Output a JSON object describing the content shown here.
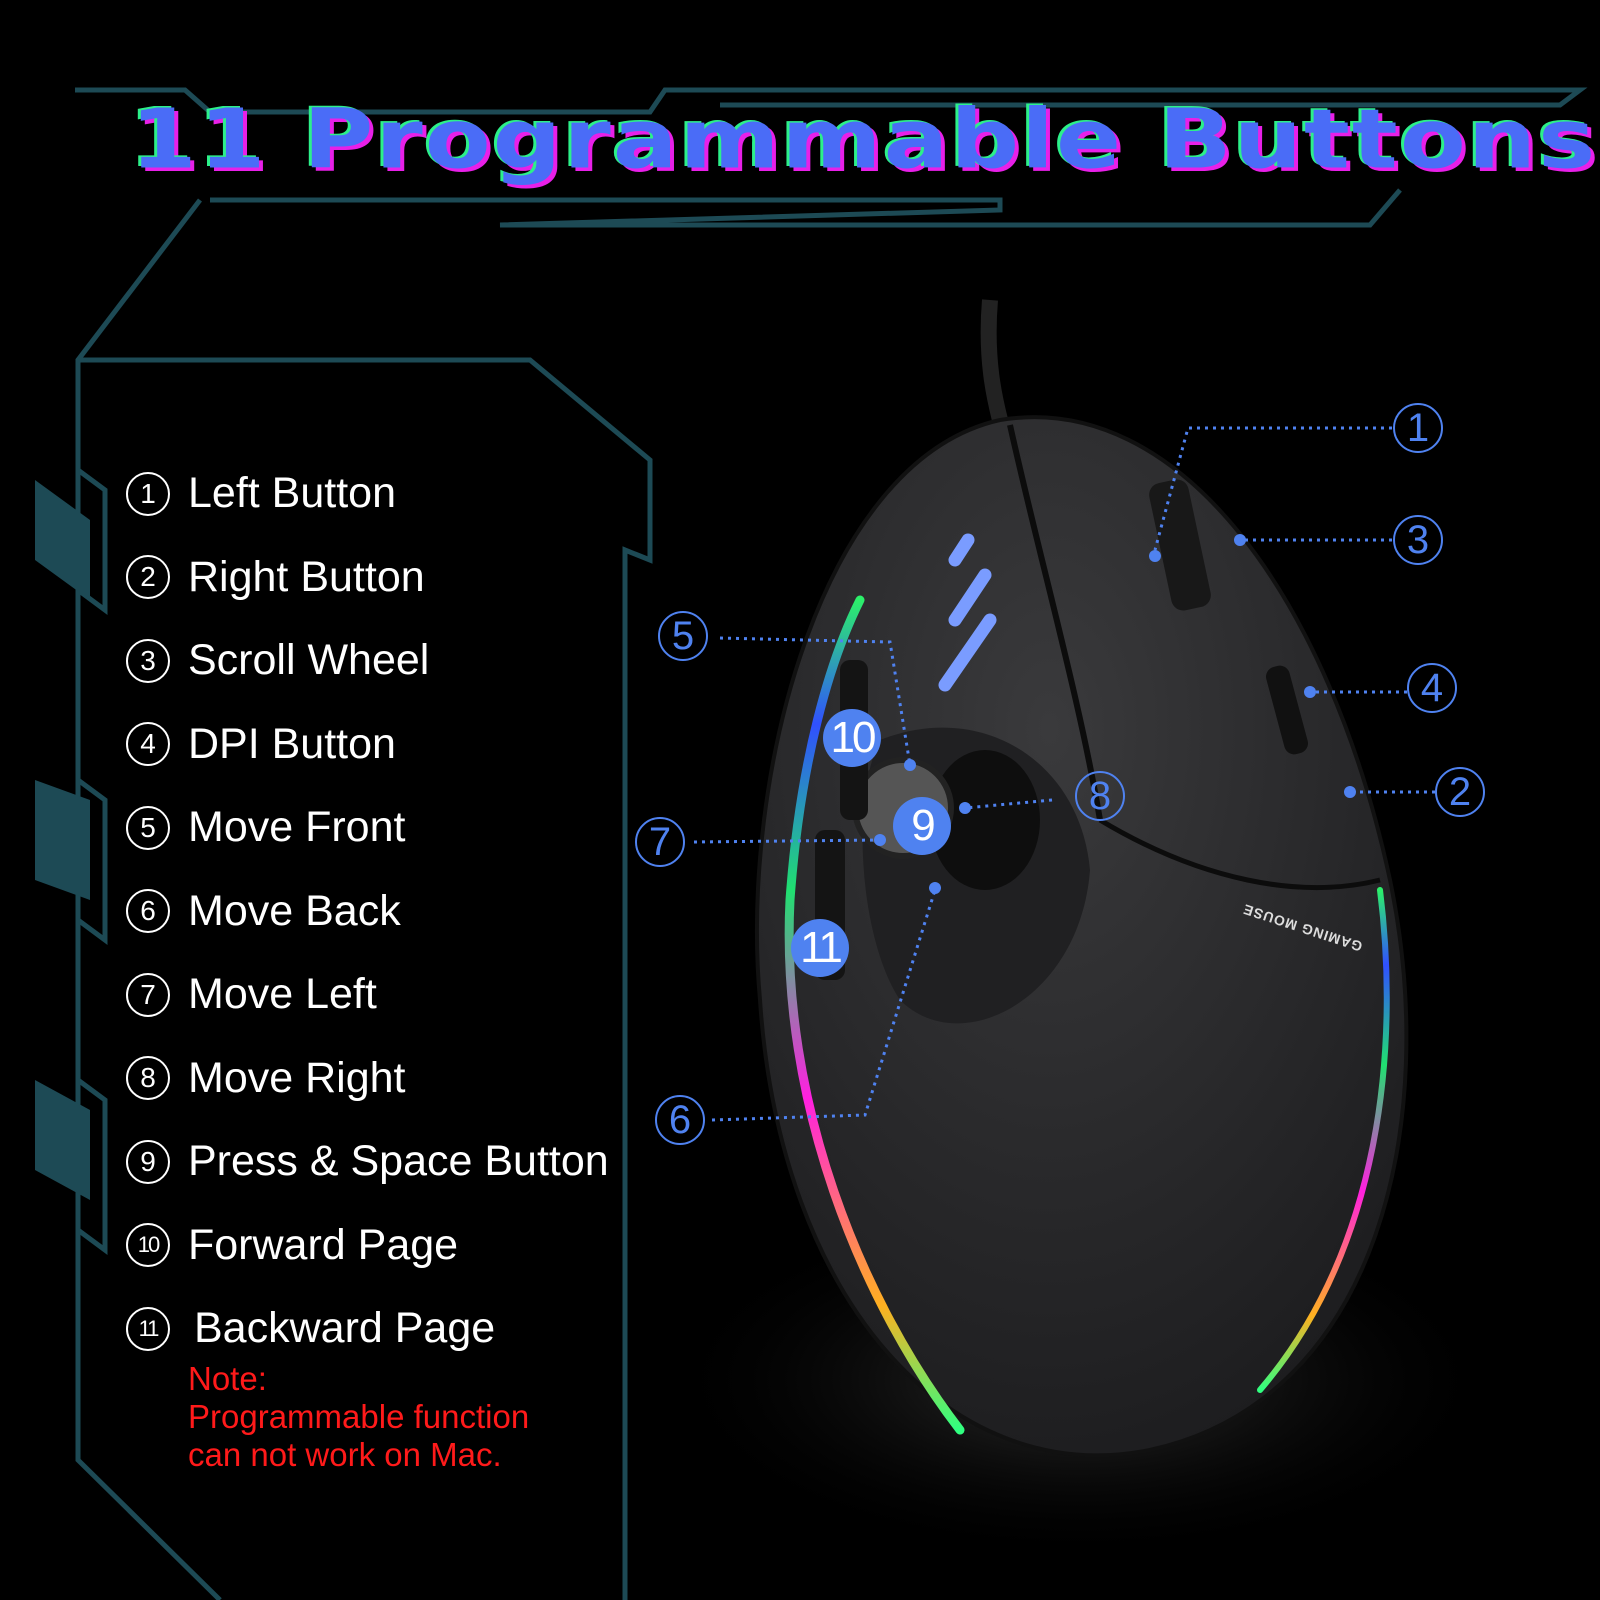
{
  "title": "11 Programmable Buttons",
  "buttons": [
    {
      "num": "1",
      "label": "Left Button"
    },
    {
      "num": "2",
      "label": "Right Button"
    },
    {
      "num": "3",
      "label": "Scroll Wheel"
    },
    {
      "num": "4",
      "label": "DPI Button"
    },
    {
      "num": "5",
      "label": "Move Front"
    },
    {
      "num": "6",
      "label": "Move Back"
    },
    {
      "num": "7",
      "label": "Move Left"
    },
    {
      "num": "8",
      "label": "Move Right"
    },
    {
      "num": "9",
      "label": "Press & Space Button"
    },
    {
      "num": "10",
      "label": "Forward Page"
    },
    {
      "num": "11",
      "label": "Backward Page"
    }
  ],
  "note": {
    "heading": "Note:",
    "line1": "Programmable function",
    "line2": "can not work on Mac."
  },
  "mouse_logo": "GAMING MOUSE",
  "colors": {
    "title": "#4a6cf7",
    "callout": "#4f82f0",
    "note": "#ff1a1a",
    "frame": "#1d4a55"
  }
}
